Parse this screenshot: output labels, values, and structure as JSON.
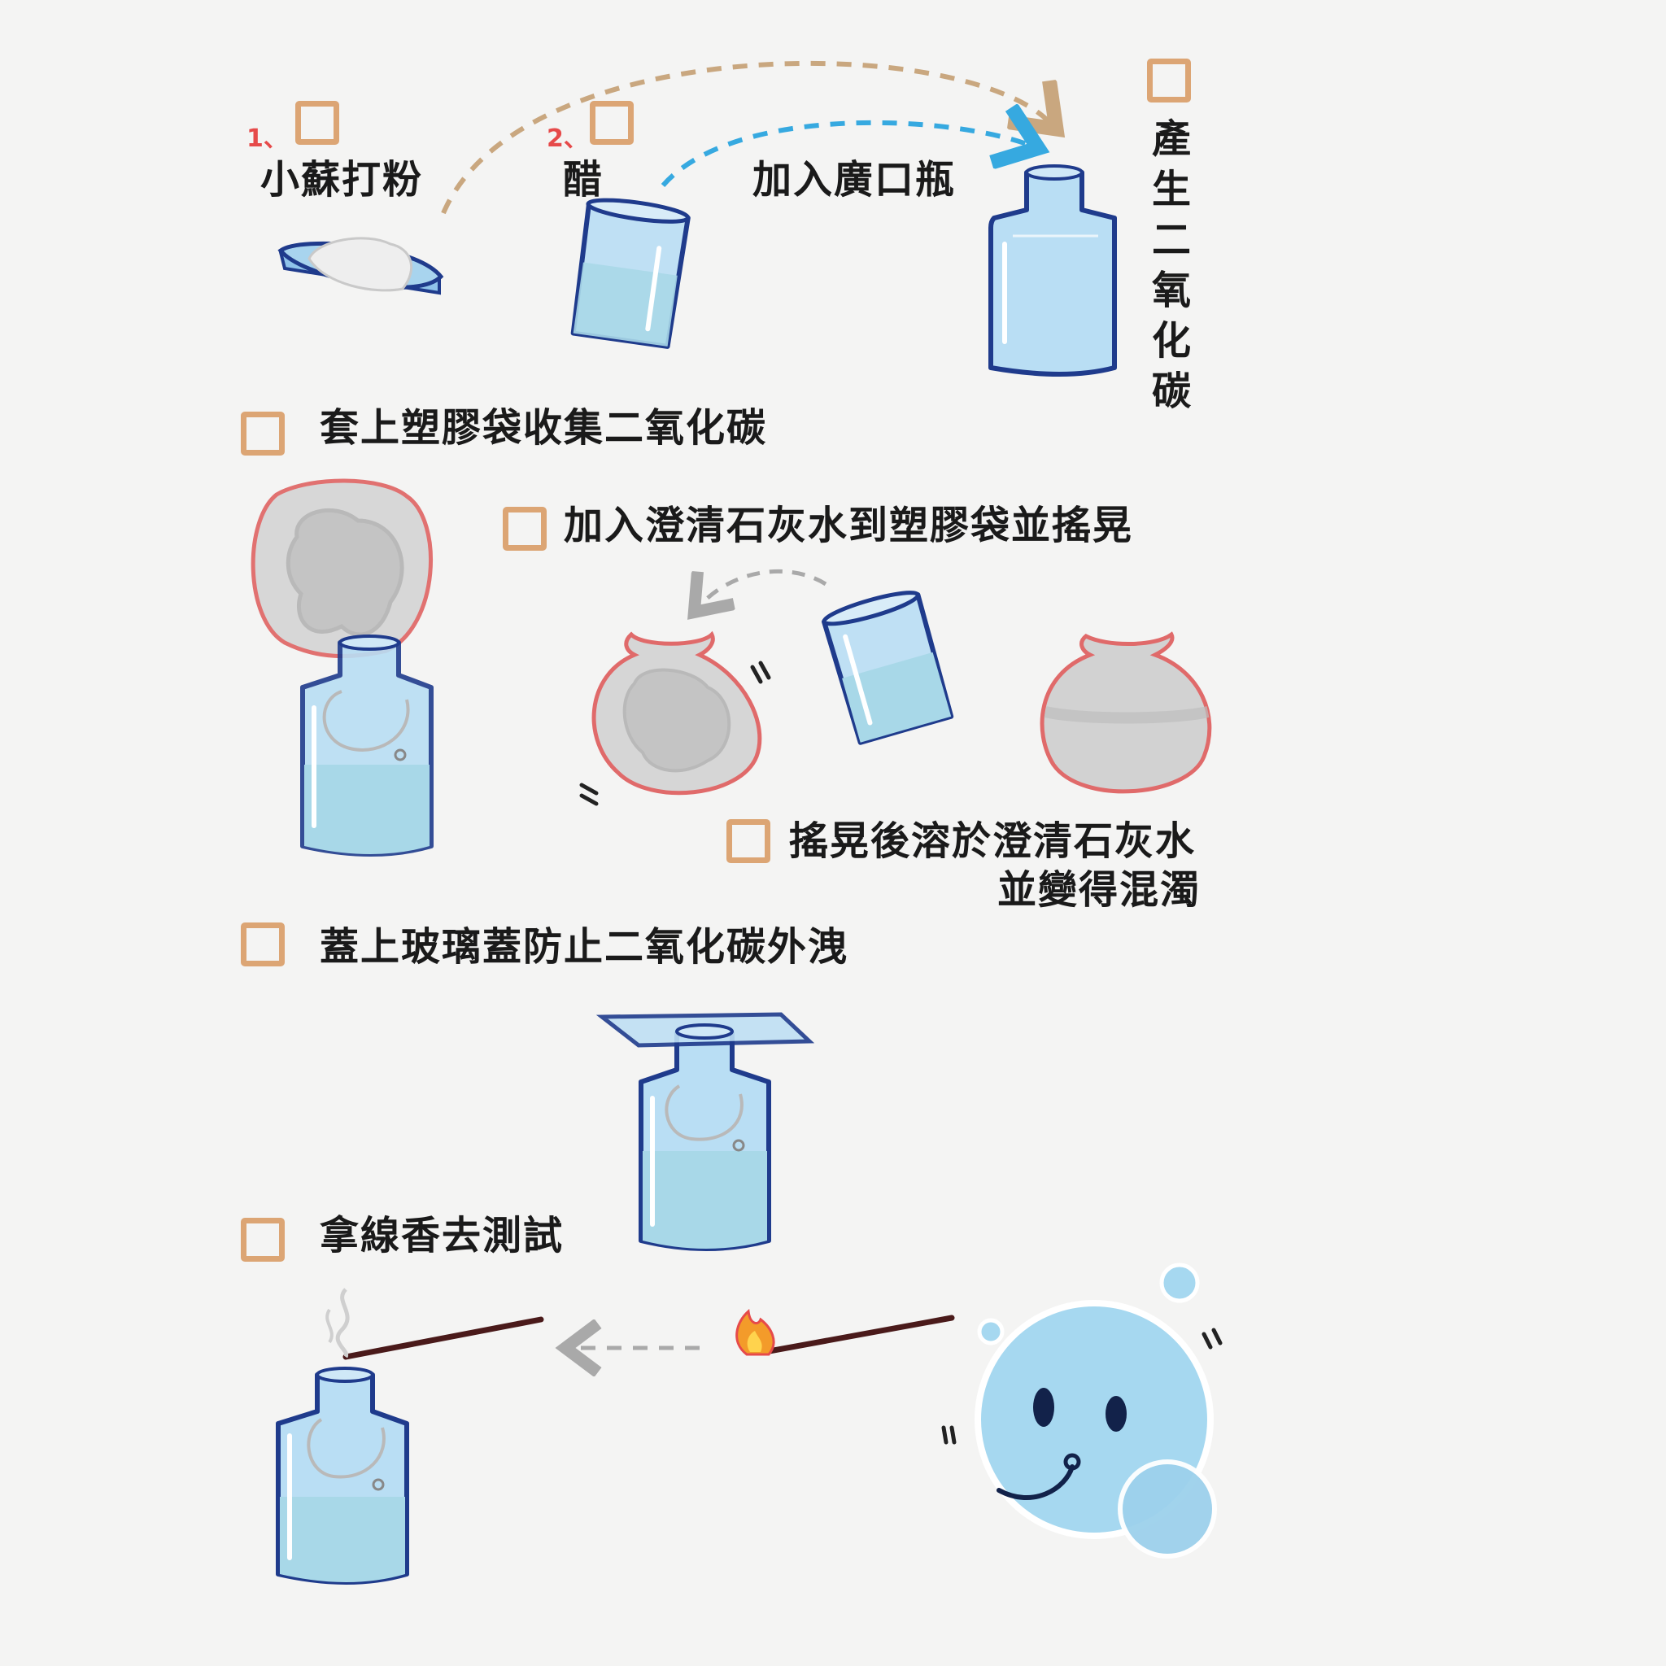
{
  "step1": {
    "number": "1、",
    "label": "小蘇打粉"
  },
  "step2": {
    "number": "2、",
    "label": "醋"
  },
  "step3": {
    "label": "加入廣口瓶"
  },
  "step4": {
    "label": "產生二氧化碳"
  },
  "step5": {
    "label": "套上塑膠袋收集二氧化碳"
  },
  "step6": {
    "label": "加入澄清石灰水到塑膠袋並搖晃"
  },
  "step7": {
    "line1": "搖晃後溶於澄清石灰水",
    "line2": "並變得混濁"
  },
  "step8": {
    "label": "蓋上玻璃蓋防止二氧化碳外洩"
  },
  "step9": {
    "label": "拿線香去測試"
  },
  "colors": {
    "checkbox": "#dca574",
    "number": "#e64a4a",
    "glass": "#a8d4ee",
    "glass_outline": "#1f3b8c",
    "bag_outline": "#e06a6a",
    "arrow_tan": "#c9a77f",
    "arrow_blue": "#36a9e0",
    "arrow_gray": "#a9a9a9",
    "mascot": "#a6d8f0"
  }
}
